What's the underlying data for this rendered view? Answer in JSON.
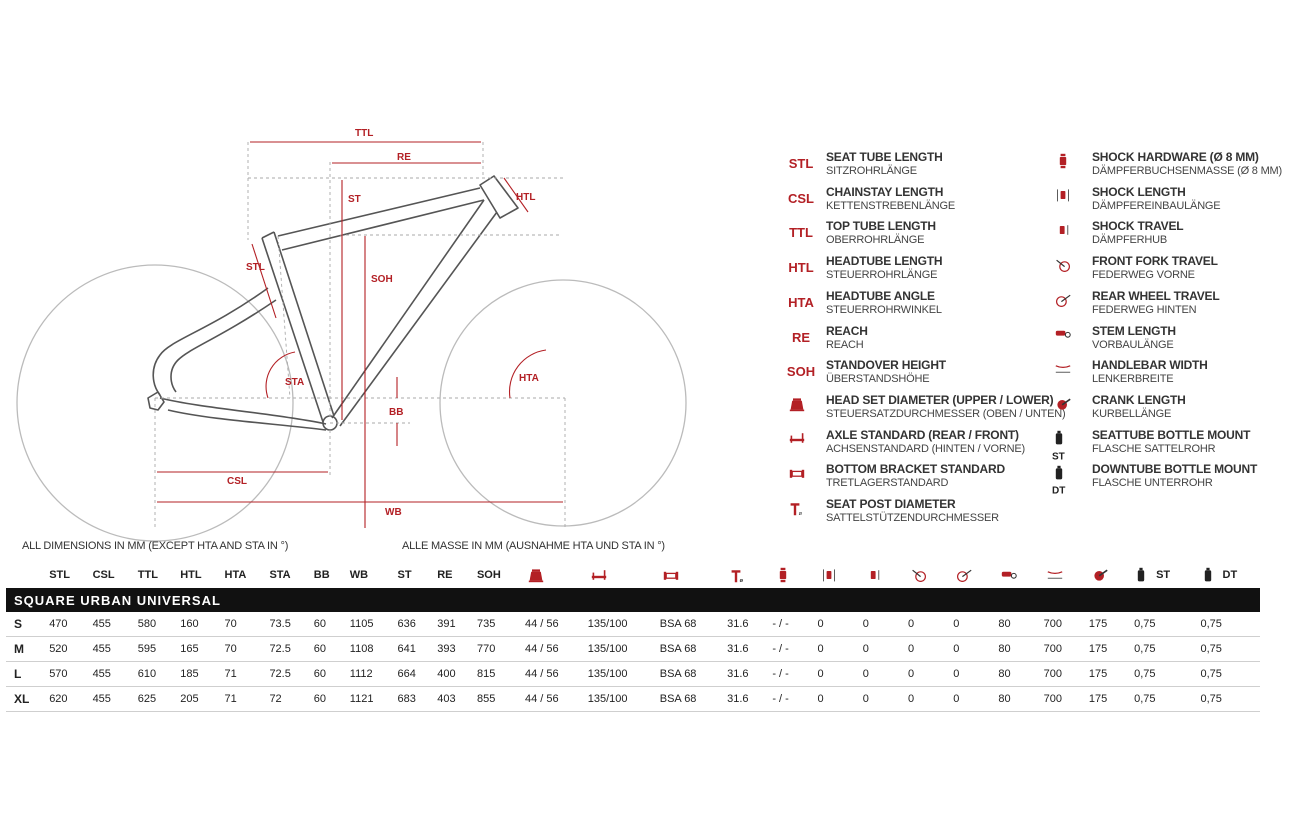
{
  "diagram_labels": {
    "ttl": "TTL",
    "re": "RE",
    "st": "ST",
    "htl": "HTL",
    "stl": "STL",
    "soh": "SOH",
    "sta": "STA",
    "hta": "HTA",
    "bb": "BB",
    "csl": "CSL",
    "wb": "WB"
  },
  "legend": {
    "left": [
      {
        "abbr": "STL",
        "en": "SEAT TUBE LENGTH",
        "de": "SITZROHRLÄNGE"
      },
      {
        "abbr": "CSL",
        "en": "CHAINSTAY LENGTH",
        "de": "KETTENSTREBENLÄNGE"
      },
      {
        "abbr": "TTL",
        "en": "TOP TUBE LENGTH",
        "de": "OBERROHRLÄNGE"
      },
      {
        "abbr": "HTL",
        "en": "HEADTUBE LENGTH",
        "de": "STEUERROHRLÄNGE"
      },
      {
        "abbr": "HTA",
        "en": "HEADTUBE ANGLE",
        "de": "STEUERROHRWINKEL"
      },
      {
        "abbr": "RE",
        "en": "REACH",
        "de": "REACH"
      },
      {
        "abbr": "SOH",
        "en": "STANDOVER HEIGHT",
        "de": "ÜBERSTANDSHÖHE"
      },
      {
        "icon": "headset-icon",
        "en": "HEAD SET DIAMETER (UPPER / LOWER)",
        "de": "STEUERSATZDURCHMESSER (OBEN / UNTEN)"
      },
      {
        "icon": "axle-icon",
        "en": "AXLE STANDARD (REAR / FRONT)",
        "de": "ACHSENSTANDARD (HINTEN / VORNE)"
      },
      {
        "icon": "bottom-bracket-icon",
        "en": "BOTTOM BRACKET STANDARD",
        "de": "TRETLAGERSTANDARD"
      },
      {
        "icon": "seatpost-icon",
        "en": "SEAT POST DIAMETER",
        "de": "SATTELSTÜTZENDURCHMESSER"
      }
    ],
    "right": [
      {
        "icon": "shock-hardware-icon",
        "en": "SHOCK HARDWARE (Ø 8 MM)",
        "de": "DÄMPFERBUCHSENMASSE (Ø 8 MM)"
      },
      {
        "icon": "shock-length-icon",
        "en": "SHOCK LENGTH",
        "de": "DÄMPFEREINBAULÄNGE"
      },
      {
        "icon": "shock-travel-icon",
        "en": "SHOCK TRAVEL",
        "de": "DÄMPFERHUB"
      },
      {
        "icon": "front-fork-travel-icon",
        "en": "FRONT FORK TRAVEL",
        "de": "FEDERWEG VORNE"
      },
      {
        "icon": "rear-wheel-travel-icon",
        "en": "REAR WHEEL TRAVEL",
        "de": "FEDERWEG HINTEN"
      },
      {
        "icon": "stem-icon",
        "en": "STEM LENGTH",
        "de": "VORBAULÄNGE"
      },
      {
        "icon": "handlebar-icon",
        "en": "HANDLEBAR WIDTH",
        "de": "LENKERBREITE"
      },
      {
        "icon": "crank-icon",
        "en": "CRANK LENGTH",
        "de": "KURBELLÄNGE"
      },
      {
        "icon": "bottle-icon",
        "suffix": "ST",
        "en": "SEATTUBE BOTTLE MOUNT",
        "de": "FLASCHE SATTELROHR"
      },
      {
        "icon": "bottle-icon",
        "suffix": "DT",
        "en": "DOWNTUBE BOTTLE MOUNT",
        "de": "FLASCHE UNTERROHR"
      }
    ]
  },
  "notes": {
    "en": "ALL DIMENSIONS IN MM (EXCEPT HTA AND STA IN °)",
    "de": "ALLE MASSE IN MM (AUSNAHME HTA UND STA IN °)"
  },
  "table": {
    "columns": [
      {
        "text": ""
      },
      {
        "text": "STL"
      },
      {
        "text": "CSL"
      },
      {
        "text": "TTL"
      },
      {
        "text": "HTL"
      },
      {
        "text": "HTA"
      },
      {
        "text": "STA"
      },
      {
        "text": "BB"
      },
      {
        "text": "WB"
      },
      {
        "text": "ST"
      },
      {
        "text": "RE"
      },
      {
        "text": "SOH"
      },
      {
        "icon": "headset-icon"
      },
      {
        "icon": "axle-icon"
      },
      {
        "icon": "bottom-bracket-icon"
      },
      {
        "icon": "seatpost-icon"
      },
      {
        "icon": "shock-hardware-icon"
      },
      {
        "icon": "shock-length-icon"
      },
      {
        "icon": "shock-travel-icon"
      },
      {
        "icon": "front-fork-travel-icon"
      },
      {
        "icon": "rear-wheel-travel-icon"
      },
      {
        "icon": "stem-icon"
      },
      {
        "icon": "handlebar-icon"
      },
      {
        "icon": "crank-icon"
      },
      {
        "icon": "bottle-icon",
        "text": "ST"
      },
      {
        "icon": "bottle-icon",
        "text": "DT"
      }
    ],
    "model": "SQUARE URBAN UNIVERSAL",
    "rows": [
      [
        "S",
        "470",
        "455",
        "580",
        "160",
        "70",
        "73.5",
        "60",
        "1105",
        "636",
        "391",
        "735",
        "44 / 56",
        "135/100",
        "BSA 68",
        "31.6",
        "- / -",
        "0",
        "0",
        "0",
        "0",
        "80",
        "700",
        "175",
        "0,75",
        "0,75"
      ],
      [
        "M",
        "520",
        "455",
        "595",
        "165",
        "70",
        "72.5",
        "60",
        "1108",
        "641",
        "393",
        "770",
        "44 / 56",
        "135/100",
        "BSA 68",
        "31.6",
        "- / -",
        "0",
        "0",
        "0",
        "0",
        "80",
        "700",
        "175",
        "0,75",
        "0,75"
      ],
      [
        "L",
        "570",
        "455",
        "610",
        "185",
        "71",
        "72.5",
        "60",
        "1112",
        "664",
        "400",
        "815",
        "44 / 56",
        "135/100",
        "BSA 68",
        "31.6",
        "- / -",
        "0",
        "0",
        "0",
        "0",
        "80",
        "700",
        "175",
        "0,75",
        "0,75"
      ],
      [
        "XL",
        "620",
        "455",
        "625",
        "205",
        "71",
        "72",
        "60",
        "1121",
        "683",
        "403",
        "855",
        "44 / 56",
        "135/100",
        "BSA 68",
        "31.6",
        "- / -",
        "0",
        "0",
        "0",
        "0",
        "80",
        "700",
        "175",
        "0,75",
        "0,75"
      ]
    ]
  },
  "colors": {
    "accent": "#b32025",
    "frame": "#555555",
    "wheel": "#bbbbbb",
    "model_bar": "#111111"
  }
}
